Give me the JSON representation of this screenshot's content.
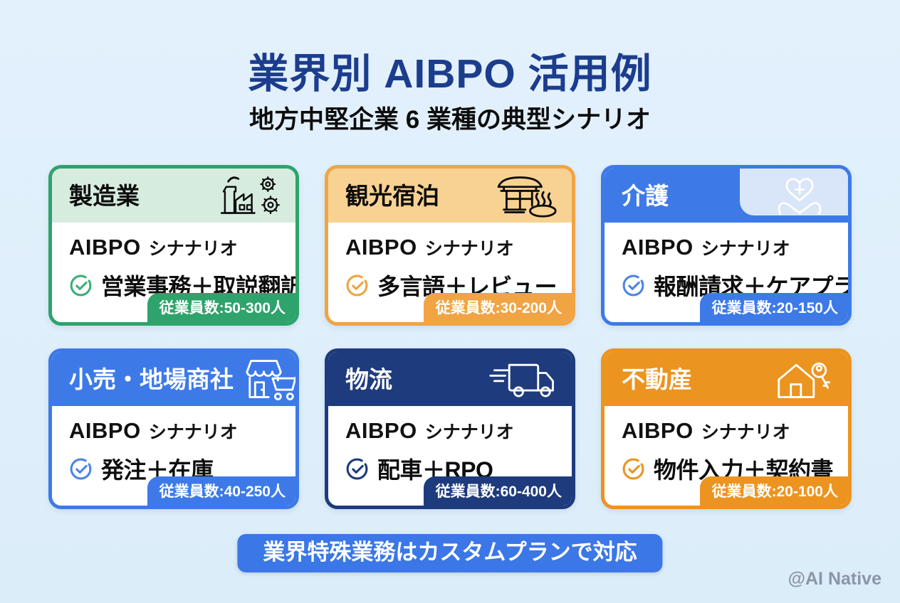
{
  "page": {
    "title": "業界別 AIBPO 活用例",
    "subtitle": "地方中堅企業 6 業種の典型シナリオ",
    "background_color": "#dcedfa",
    "title_color": "#1c3d8e"
  },
  "cards": [
    {
      "industry": "製造業",
      "icon": "factory-gears-icon",
      "scenario_heading_en": "AIBPO",
      "scenario_heading_ja": "シナナリオ",
      "scenario": "営業事務＋取説翻訳",
      "employees": "従業員数:50-300人",
      "accent_color": "#2ea36c",
      "header_bg": "#d6ecdf"
    },
    {
      "industry": "観光宿泊",
      "icon": "ryokan-onsen-icon",
      "scenario_heading_en": "AIBPO",
      "scenario_heading_ja": "シナナリオ",
      "scenario": "多言語＋レビュー",
      "employees": "従業員数:30-200人",
      "accent_color": "#f0a443",
      "header_bg": "#f8d292"
    },
    {
      "industry": "介護",
      "icon": "heart-hands-icon",
      "scenario_heading_en": "AIBPO",
      "scenario_heading_ja": "シナナリオ",
      "scenario": "報酬請求＋ケアプラン",
      "employees": "従業員数:20-150人",
      "accent_color": "#3d7ae8",
      "header_bg": "#3d7ae8",
      "icon_panel_bg": "#d9e5f8"
    },
    {
      "industry": "小売・地場商社",
      "icon": "storefront-cart-icon",
      "scenario_heading_en": "AIBPO",
      "scenario_heading_ja": "シナナリオ",
      "scenario": "発注＋在庫",
      "employees": "従業員数:40-250人",
      "accent_color": "#3d7ae8",
      "header_bg": "#3d7ae8"
    },
    {
      "industry": "物流",
      "icon": "truck-icon",
      "scenario_heading_en": "AIBPO",
      "scenario_heading_ja": "シナナリオ",
      "scenario": "配車＋RPO",
      "employees": "従業員数:60-400人",
      "accent_color": "#1e3b7d",
      "header_bg": "#1e3b7d"
    },
    {
      "industry": "不動産",
      "icon": "house-key-icon",
      "scenario_heading_en": "AIBPO",
      "scenario_heading_ja": "シナナリオ",
      "scenario": "物件入力＋契約書",
      "employees": "従業員数:20-100人",
      "accent_color": "#ec9420",
      "header_bg": "#ec9420"
    }
  ],
  "footer": {
    "note": "業界特殊業務はカスタムプランで対応",
    "note_bg": "#3b77e6",
    "watermark": "@AI Native"
  }
}
